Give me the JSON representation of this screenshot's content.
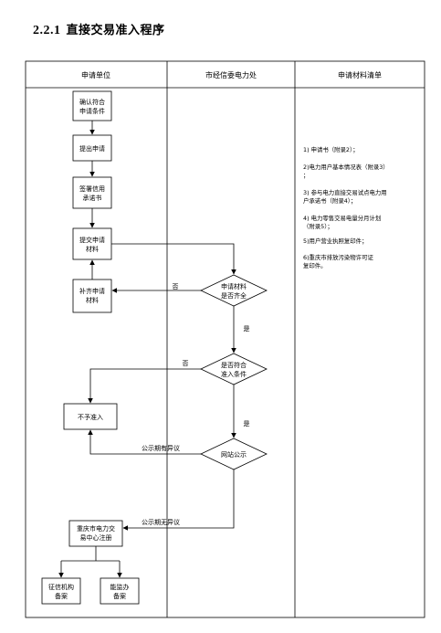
{
  "section": {
    "number": "2.2.1",
    "title": "直接交易准入程序"
  },
  "lanes": {
    "applicant": "申请单位",
    "commission": "市经信委电力处",
    "materials": "申请材料清单"
  },
  "boxes": {
    "confirm": [
      "确认符合",
      "申请条件"
    ],
    "submit": [
      "提出申请"
    ],
    "sign": [
      "签署信用",
      "承诺书"
    ],
    "deliver": [
      "提交申请",
      "材料"
    ],
    "supplement": [
      "补齐申请",
      "材料"
    ],
    "reject": [
      "不予准入"
    ],
    "register": [
      "重庆市电力交",
      "易中心注册"
    ],
    "credit": [
      "征信机构",
      "备案"
    ],
    "energy": [
      "能监办",
      "备案"
    ]
  },
  "decisions": {
    "complete": [
      "申请材料",
      "是否齐全"
    ],
    "eligible": [
      "是否符合",
      "准入条件"
    ],
    "publicity": [
      "网站公示"
    ]
  },
  "edge_labels": {
    "no1": "否",
    "yes1": "是",
    "no2": "否",
    "yes2": "是",
    "objection": "公示期有异议",
    "no_objection": "公示期无异议"
  },
  "materials_list": [
    [
      "1) 申请书（附录2）；"
    ],
    [
      "2)电力用户基本情况表（附录3）",
      "；"
    ],
    [
      "3) 参与电力直接交易试点电力用",
      "户承诺书（附录4）；"
    ],
    [
      "4) 电力零售交易电量分月计划",
      "（附录5）；"
    ],
    [
      "5)用户营业执照复印件；"
    ],
    [
      "6)重庆市排放污染物许可证",
      "复印件。"
    ]
  ]
}
